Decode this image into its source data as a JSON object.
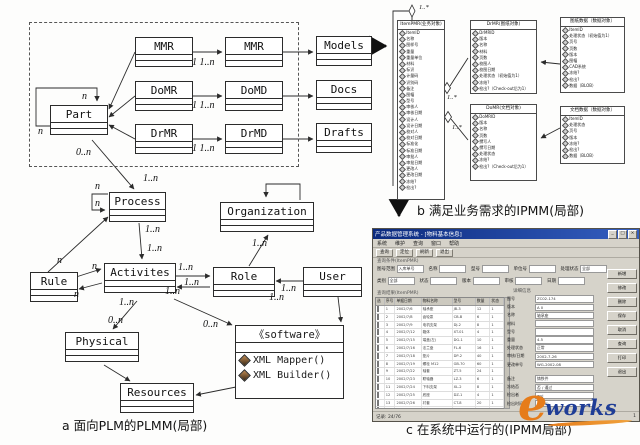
{
  "figure": {
    "caption_a": "a 面向PLM的PLMM(局部)",
    "caption_b": "b 满足业务需求的IPMM(局部)",
    "caption_c": "c 在系统中运行的(IPMM局部)"
  },
  "plmm": {
    "classes": {
      "part": "Part",
      "mmr_left": "MMR",
      "mmr_right": "MMR",
      "models": "Models",
      "domr": "DoMR",
      "domd": "DoMD",
      "docs": "Docs",
      "drmr": "DrMR",
      "drmd": "DrMD",
      "drafts": "Drafts",
      "process": "Process",
      "organization": "Organization",
      "activites": "Activites",
      "role": "Role",
      "user": "User",
      "rule": "Rule",
      "physical": "Physical",
      "resources": "Resources"
    },
    "software": {
      "stereotype": "《software》",
      "methods": [
        "XML Mapper()",
        "XML Builder()"
      ]
    },
    "labels": {
      "n": "n",
      "one_to_n": "1..n",
      "zero_to_n": "0..n",
      "one_one_to_n": "1 1..n"
    }
  },
  "ipmm": {
    "label_one_to_many": "1..*",
    "entities": [
      {
        "title": "ItemPMR(业务对象)",
        "attrs": [
          "ItemID",
          "名称",
          "图样号",
          "重量",
          "重量单位",
          "材料",
          "标识",
          "计量码",
          "识别码",
          "备注",
          "图幅",
          "型号",
          "审核人",
          "审核日期",
          "设计人",
          "设计日期",
          "校对人",
          "校对日期",
          "标准化",
          "标准日期",
          "审批人",
          "审批日期",
          "更改人",
          "更改日期",
          "冻结?",
          "检出?"
        ]
      },
      {
        "title": "DrMR(图纸对象)",
        "attrs": [
          "DrMRID",
          "版本",
          "名称",
          "材料",
          "页数",
          "校图人",
          "校图日期",
          "处理状态（初始值为1）",
          "冻结?",
          "检出?（Check-out后为1）"
        ]
      },
      {
        "title": "图纸数据（数据对象）",
        "attrs": [
          "ItemID",
          "处理状态（初始值为1）",
          "页号",
          "页数",
          "版本",
          "图幅",
          "CAD系统",
          "冻结?",
          "检出?",
          "数据（BLOB）"
        ]
      },
      {
        "title": "DoMR(文档对象)",
        "attrs": [
          "DoMRID",
          "版本",
          "名称",
          "页数",
          "撰写人",
          "撰写日期",
          "处理状态",
          "冻结?",
          "检出?（Check-out后为1）"
        ]
      },
      {
        "title": "文档数据（数据对象）",
        "attrs": [
          "ItemID",
          "处理状态",
          "页号",
          "版本",
          "冻结?",
          "检出?",
          "数据（BLOB）"
        ]
      }
    ]
  },
  "window": {
    "title": "产品数据管理系统 - [物料基本信息]",
    "window_buttons": [
      "_",
      "□",
      "×"
    ],
    "menus": [
      "系统",
      "维护",
      "查询",
      "窗口",
      "帮助"
    ],
    "toolbar": [
      "查询",
      "定位",
      "刷新",
      "退出"
    ],
    "filter_section": "查询条件(ItemPMR)",
    "filter_row1": [
      {
        "label": "图号范围",
        "value": "入库单号"
      },
      {
        "label": "名称",
        "value": ""
      },
      {
        "label": "型号",
        "value": ""
      },
      {
        "label": "单位号",
        "value": ""
      },
      {
        "label": "处理状态",
        "value": "全部"
      }
    ],
    "filter_row2": [
      {
        "label": "类别",
        "value": "全部"
      },
      {
        "label": "状态",
        "value": ""
      },
      {
        "label": "版本",
        "value": ""
      },
      {
        "label": "审核",
        "value": ""
      },
      {
        "label": "日期",
        "value": ""
      }
    ],
    "grid_section": "查询结果(ItemPMR)",
    "grid": {
      "columns": [
        "选",
        "序号",
        "单据日期",
        "物料名称",
        "型号",
        "数量",
        "状态"
      ],
      "rows": [
        [
          "",
          "1",
          "2002/7/6",
          "轴承座",
          "JB-3",
          "12",
          "1"
        ],
        [
          "",
          "2",
          "2002/7/8",
          "齿轮泵",
          "CB-B",
          "6",
          "1"
        ],
        [
          "",
          "3",
          "2002/7/9",
          "电机支架",
          "DJ-2",
          "8",
          "1"
        ],
        [
          "",
          "4",
          "2002/7/12",
          "箱体",
          "XT-01",
          "4",
          "1"
        ],
        [
          "",
          "5",
          "2002/7/15",
          "端盖(左)",
          "DG-1",
          "10",
          "1"
        ],
        [
          "",
          "6",
          "2002/7/16",
          "法兰盘",
          "FL-6",
          "16",
          "1"
        ],
        [
          "",
          "7",
          "2002/7/18",
          "垫片",
          "DP-2",
          "40",
          "1"
        ],
        [
          "",
          "8",
          "2002/7/19",
          "螺栓 M12",
          "GB-70",
          "60",
          "1"
        ],
        [
          "",
          "9",
          "2002/7/22",
          "轴套",
          "ZT-5",
          "24",
          "1"
        ],
        [
          "",
          "10",
          "2002/7/23",
          "联轴器",
          "LZ-3",
          "6",
          "1"
        ],
        [
          "",
          "11",
          "2002/7/24",
          "下料支架",
          "XL-2",
          "8",
          "1"
        ],
        [
          "",
          "12",
          "2002/7/25",
          "底座",
          "DZ-1",
          "4",
          "1"
        ],
        [
          "",
          "13",
          "2002/7/26",
          "衬套",
          "CT-8",
          "20",
          "1"
        ],
        [
          "",
          "14",
          "2002/7/28",
          "密封圈",
          "MF-4",
          "32",
          "1"
        ],
        [
          "",
          "15",
          "2002/7/29",
          "压盖",
          "YG-2",
          "12",
          "1"
        ]
      ]
    },
    "detail_section": "详细信息",
    "detail_rows": [
      {
        "label": "图号",
        "value": "ZC02-174"
      },
      {
        "label": "版本",
        "value": "A 0"
      },
      {
        "label": "名称",
        "value": "轴承座"
      },
      {
        "label": "材料",
        "value": ""
      },
      {
        "label": "型号",
        "value": ""
      },
      {
        "label": "重量",
        "value": "4.5"
      },
      {
        "label": "处理状态",
        "value": "正常"
      },
      {
        "label": "审核/日期",
        "value": "2002-7-26"
      },
      {
        "label": "更改单号",
        "value": "WG-2002-08"
      }
    ],
    "detail_rows2": [
      {
        "label": "备注",
        "value": "铸铁件"
      },
      {
        "label": "冻结否",
        "value": "否 / 通过"
      },
      {
        "label": "检出者",
        "value": "wyj"
      },
      {
        "label": "检出时间",
        "value": "(7-26)"
      }
    ],
    "buttons": [
      "新增",
      "修改",
      "删除",
      "保存",
      "取消",
      "查询",
      "打印",
      "退出"
    ],
    "status_left": "记录: 24/76",
    "status_right": "1"
  },
  "watermark": {
    "e": "e",
    "rest": "works"
  }
}
